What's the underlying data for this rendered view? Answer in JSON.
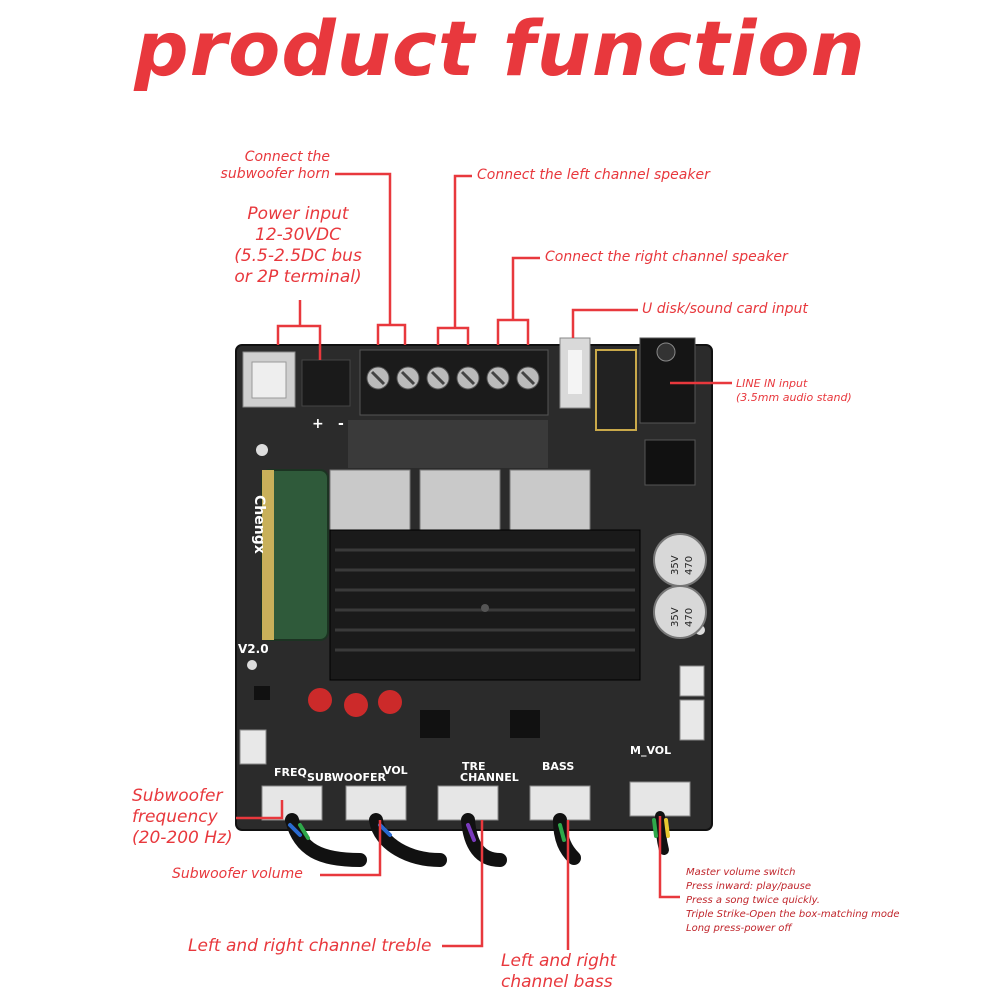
{
  "title": "product function",
  "callouts": {
    "subwoofer_horn": [
      "Connect the",
      "subwoofer horn"
    ],
    "power_input": [
      "Power input",
      "12-30VDC",
      "(5.5-2.5DC bus",
      "or 2P terminal)"
    ],
    "left_speaker": "Connect the left channel speaker",
    "right_speaker": "Connect the right channel speaker",
    "usb_input": "U disk/sound card input",
    "line_in": [
      "LINE IN input",
      "(3.5mm audio stand)"
    ],
    "sub_freq": [
      "Subwoofer",
      "frequency",
      "(20-200 Hz)"
    ],
    "sub_volume": "Subwoofer volume",
    "treble": "Left and right channel treble",
    "bass": [
      "Left and right",
      "channel bass"
    ],
    "master_volume": [
      "Master volume switch",
      "Press inward: play/pause",
      "Press a song twice quickly.",
      "Triple Strike-Open the box-matching mode",
      "Long press-power off"
    ]
  },
  "board_labels": {
    "version": "V2.0",
    "freq": "FREQ",
    "subwoofer": "SUBWOOFER",
    "vol": "VOL",
    "tre": "TRE",
    "channel": "CHANNEL",
    "bass": "BASS",
    "m_vol": "M_VOL",
    "cap_brand": "Chengx",
    "cap_value": "470",
    "cap_voltage": "35V",
    "plus_sign": "+",
    "minus_sign": "-"
  },
  "colors": {
    "accent": "#e8383d",
    "board": "#2a2a2a",
    "heatsink": "#1a1a1a",
    "capacitor": "#2f5a3a"
  }
}
